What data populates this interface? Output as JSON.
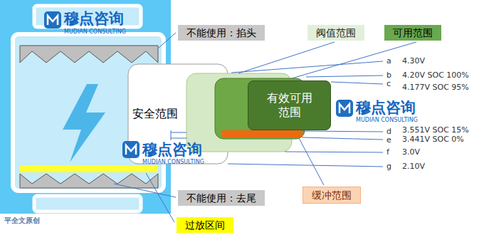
{
  "diagram": {
    "nodes": [
      {
        "text": [
          "不能使用：掐头"
        ]
      },
      {
        "text": [
          "阀值范围"
        ]
      },
      {
        "text": [
          "可用范围"
        ]
      },
      {
        "text": [
          "安全范围"
        ]
      },
      {
        "text": [
          "有效可用 范围"
        ]
      },
      {
        "text": [
          "不能使用：去尾"
        ]
      },
      {
        "text": [
          "缓冲范围"
        ]
      },
      {
        "text": [
          "过放区间"
        ]
      }
    ],
    "labels": [
      "a",
      "4.30V",
      "b",
      "4.20V SOC 100%",
      "c",
      "4.177V SOC 95%",
      "d",
      "3.551V SOC 15%",
      "e",
      "3.441V SOC 0%",
      "f",
      "3.0V",
      "g",
      "2.10V",
      "穆点咨询",
      "MUDIAN CONSULTING",
      "穆点咨询",
      "MUDIAN CONSULTING",
      "穆点咨询",
      "MUDIAN CONSULTING",
      "平全文原创"
    ]
  }
}
